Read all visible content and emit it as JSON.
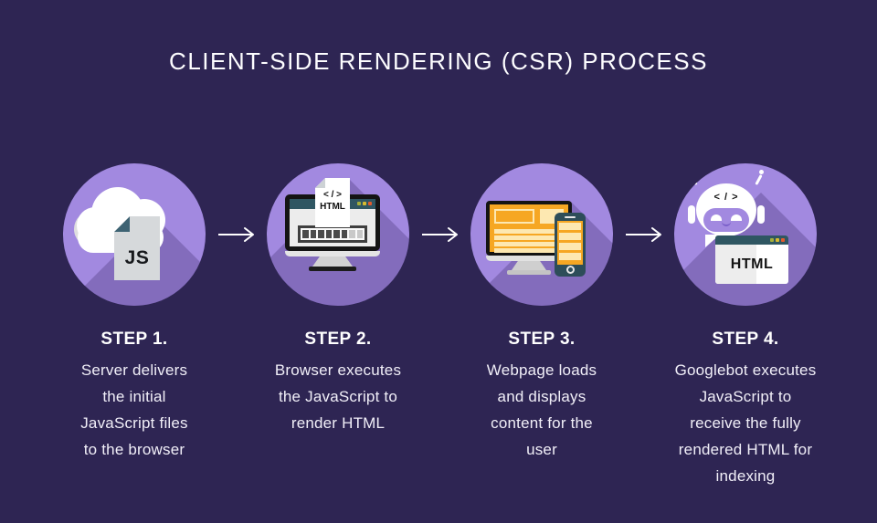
{
  "title": "CLIENT-SIDE RENDERING (CSR) PROCESS",
  "colors": {
    "bg": "#2e2553",
    "circle": "#a289e0",
    "orange": "#f6a723",
    "cream": "#fde8b1",
    "teal": "#2f5662",
    "body-text": "#f1eff8"
  },
  "icons": {
    "step1": "cloud-js-file-icon",
    "step2": "browser-rendering-html-icon",
    "step3": "responsive-webpage-icon",
    "step4": "googlebot-robot-icon",
    "js_doc_label": "JS",
    "code_tag_label": "< / >",
    "html_paper_label": "HTML",
    "robot_head_code": "< / >",
    "robot_window_label": "HTML"
  },
  "steps": [
    {
      "label": "STEP 1.",
      "description": "Server delivers\nthe initial\nJavaScript files\nto the browser"
    },
    {
      "label": "STEP 2.",
      "description": "Browser executes\nthe JavaScript to\nrender HTML"
    },
    {
      "label": "STEP 3.",
      "description": "Webpage loads\nand displays\ncontent for the\nuser"
    },
    {
      "label": "STEP 4.",
      "description": "Googlebot executes\nJavaScript to\nreceive the fully\nrendered HTML for\nindexing"
    }
  ]
}
